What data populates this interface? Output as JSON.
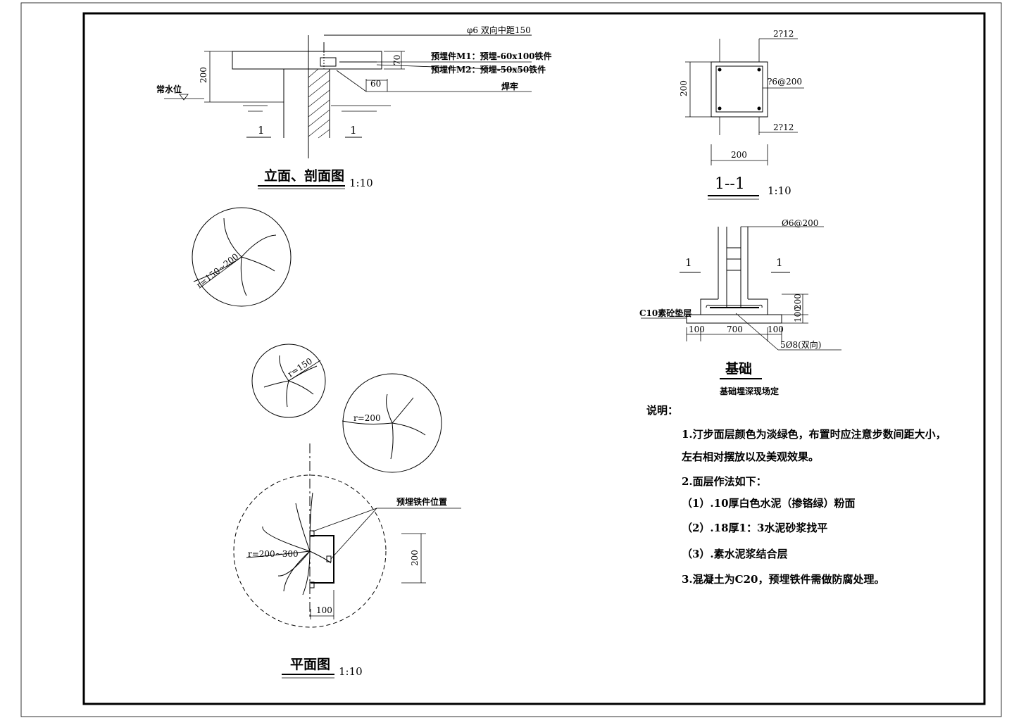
{
  "elevation": {
    "title": "立面、剖面图",
    "scale": "1:10",
    "rebar_note": "φ6 双向中距150",
    "embed_1": "预埋件M1：预埋-60x100铁件",
    "embed_2": "预埋件M2：预埋-50x50铁件",
    "weld": "焊牢",
    "water_level": "常水位",
    "dim_200": "200",
    "dim_70": "70",
    "dim_60": "60",
    "section_left": "1",
    "section_right": "1"
  },
  "section11": {
    "title": "1--1",
    "scale": "1:10",
    "top_bars": "2?12",
    "bottom_bars": "2?12",
    "stirrup": "?6@200",
    "dim_height": "200",
    "dim_width": "200"
  },
  "foundation": {
    "title": "基础",
    "subtitle": "基础埋深现场定",
    "stirrup": "Ø6@200",
    "cushion": "C10素砼垫层",
    "bottom_rebar": "5Ø8(双向)",
    "dim_left": "100",
    "dim_mid": "700",
    "dim_right": "100",
    "dim_h1": "100",
    "dim_h2": "200",
    "mark_left": "1",
    "mark_right": "1"
  },
  "plan": {
    "title": "平面图",
    "scale": "1:10",
    "r1": "r=150~200",
    "r2": "r=150",
    "r3": "r=200",
    "r4": "r=200~300",
    "embed_pos": "预埋铁件位置",
    "dim_200": "200",
    "dim_100": "100"
  },
  "notes": {
    "heading": "说明：",
    "line1": "1.汀步面层颜色为淡绿色，布置时应注意步数间距大小，",
    "line2": "左右相对摆放以及美观效果。",
    "line3": "2.面层作法如下：",
    "line4": "（1）.10厚白色水泥（掺铬绿）粉面",
    "line5": "（2）.18厚1：3水泥砂浆找平",
    "line6": "（3）.素水泥浆结合层",
    "line7": "3.混凝土为C20，预埋铁件需做防腐处理。"
  }
}
